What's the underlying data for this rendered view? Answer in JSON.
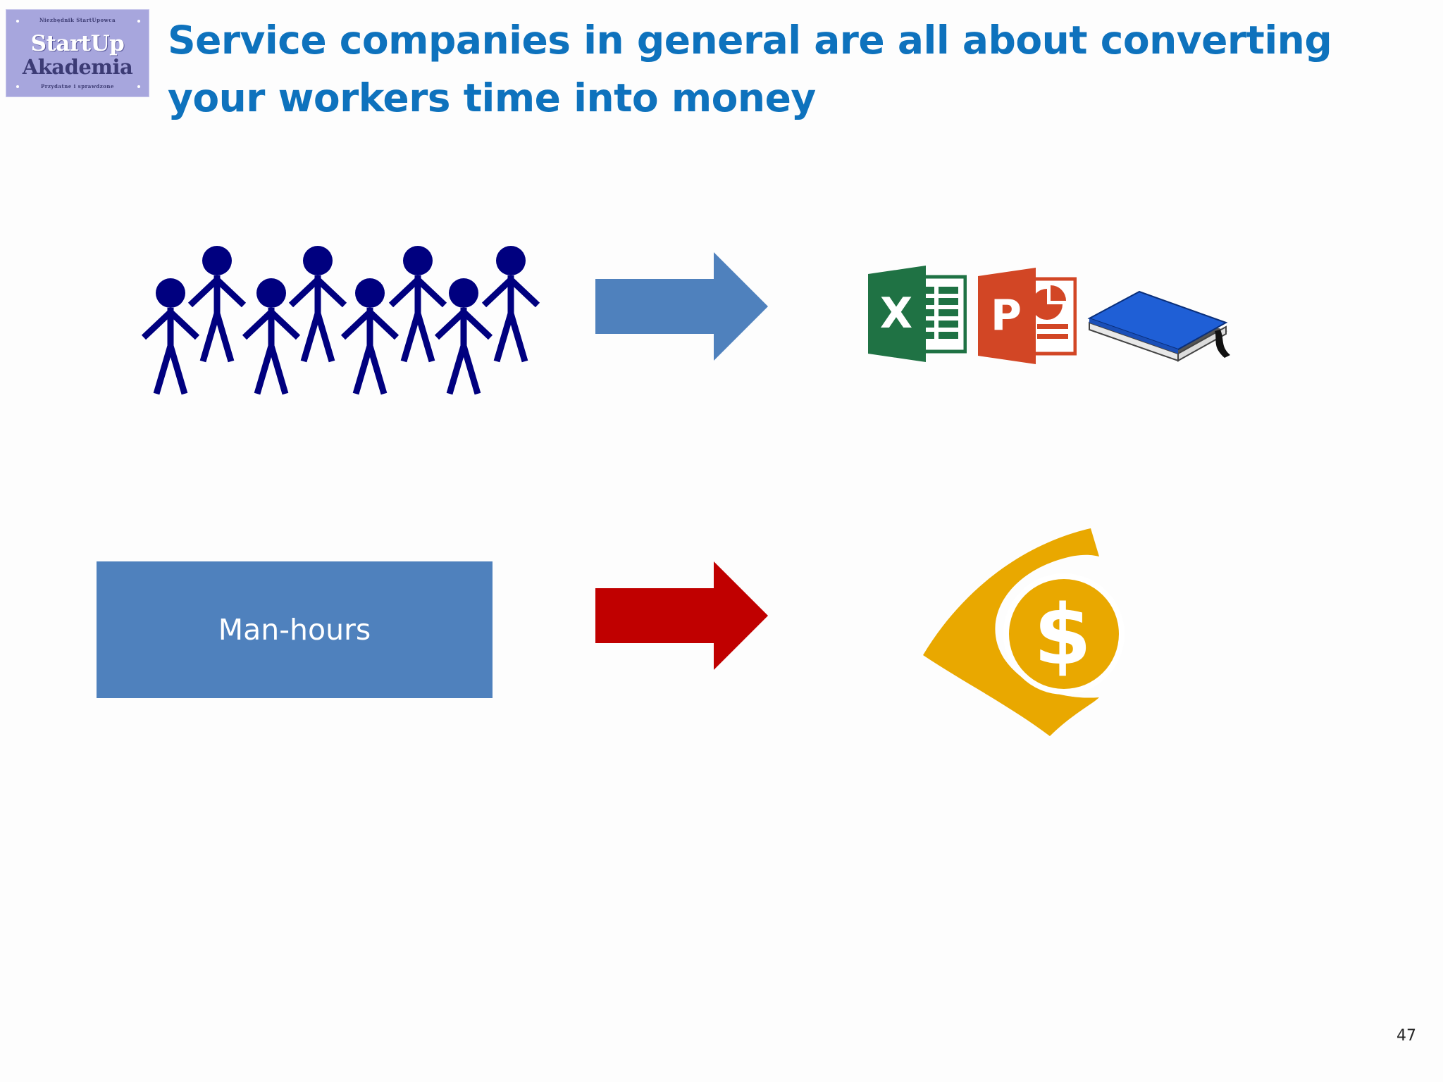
{
  "slide": {
    "title": "Service companies in general are all about converting your workers time into money",
    "page_number": "47"
  },
  "logo": {
    "top_text": "Niezbędnik StartUpowca",
    "main_line_1": "StartUp",
    "main_line_2": "Akademia",
    "bottom_text": "Przydatne i sprawdzone"
  },
  "diagram": {
    "box_label": "Man-hours",
    "colors": {
      "people": "#00007f",
      "arrow_top": "#4f81bd",
      "arrow_bottom": "#c00000",
      "box": "#4f81bd",
      "excel": "#1f7244",
      "powerpoint": "#d24625",
      "book": "#1f5fd6",
      "money": "#e9a800"
    },
    "icons": [
      "stick-figures-icon",
      "excel-icon",
      "powerpoint-icon",
      "book-icon",
      "dollar-coin-icon"
    ]
  }
}
